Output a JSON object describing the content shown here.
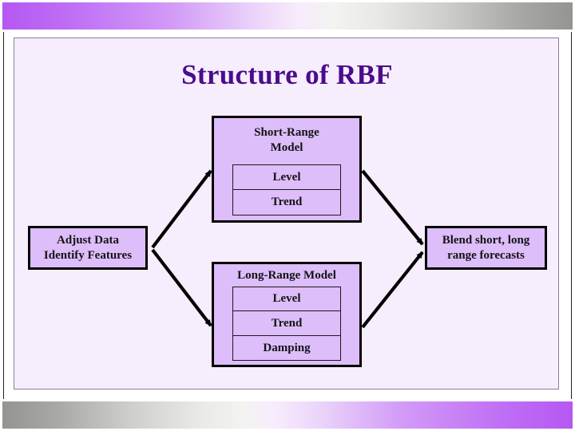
{
  "slide": {
    "title": "Structure of RBF",
    "title_color": "#4B0C8C",
    "panel_background": "#F6EEFC",
    "node_fill": "#DDBDFA",
    "node_border": "#000000",
    "accent_purple": "#B558F2",
    "accent_gray": "#949492"
  },
  "decor": {
    "top_bar": "gradient-purple-to-gray",
    "bottom_bar": "gradient-gray-to-purple"
  },
  "diagram": {
    "type": "flow",
    "nodes": [
      {
        "id": "adjust",
        "title_line1": "Adjust Data",
        "title_line2": "Identify Features"
      },
      {
        "id": "short-range",
        "title_line1": "Short-Range",
        "title_line2": "Model",
        "items": [
          "Level",
          "Trend"
        ]
      },
      {
        "id": "long-range",
        "title_line1": "Long-Range Model",
        "items": [
          "Level",
          "Trend",
          "Damping"
        ]
      },
      {
        "id": "blend",
        "title_line1": "Blend short, long",
        "title_line2": "range forecasts"
      }
    ],
    "edges": [
      {
        "from": "adjust",
        "to": "short-range"
      },
      {
        "from": "adjust",
        "to": "long-range"
      },
      {
        "from": "short-range",
        "to": "blend"
      },
      {
        "from": "long-range",
        "to": "blend"
      }
    ]
  }
}
